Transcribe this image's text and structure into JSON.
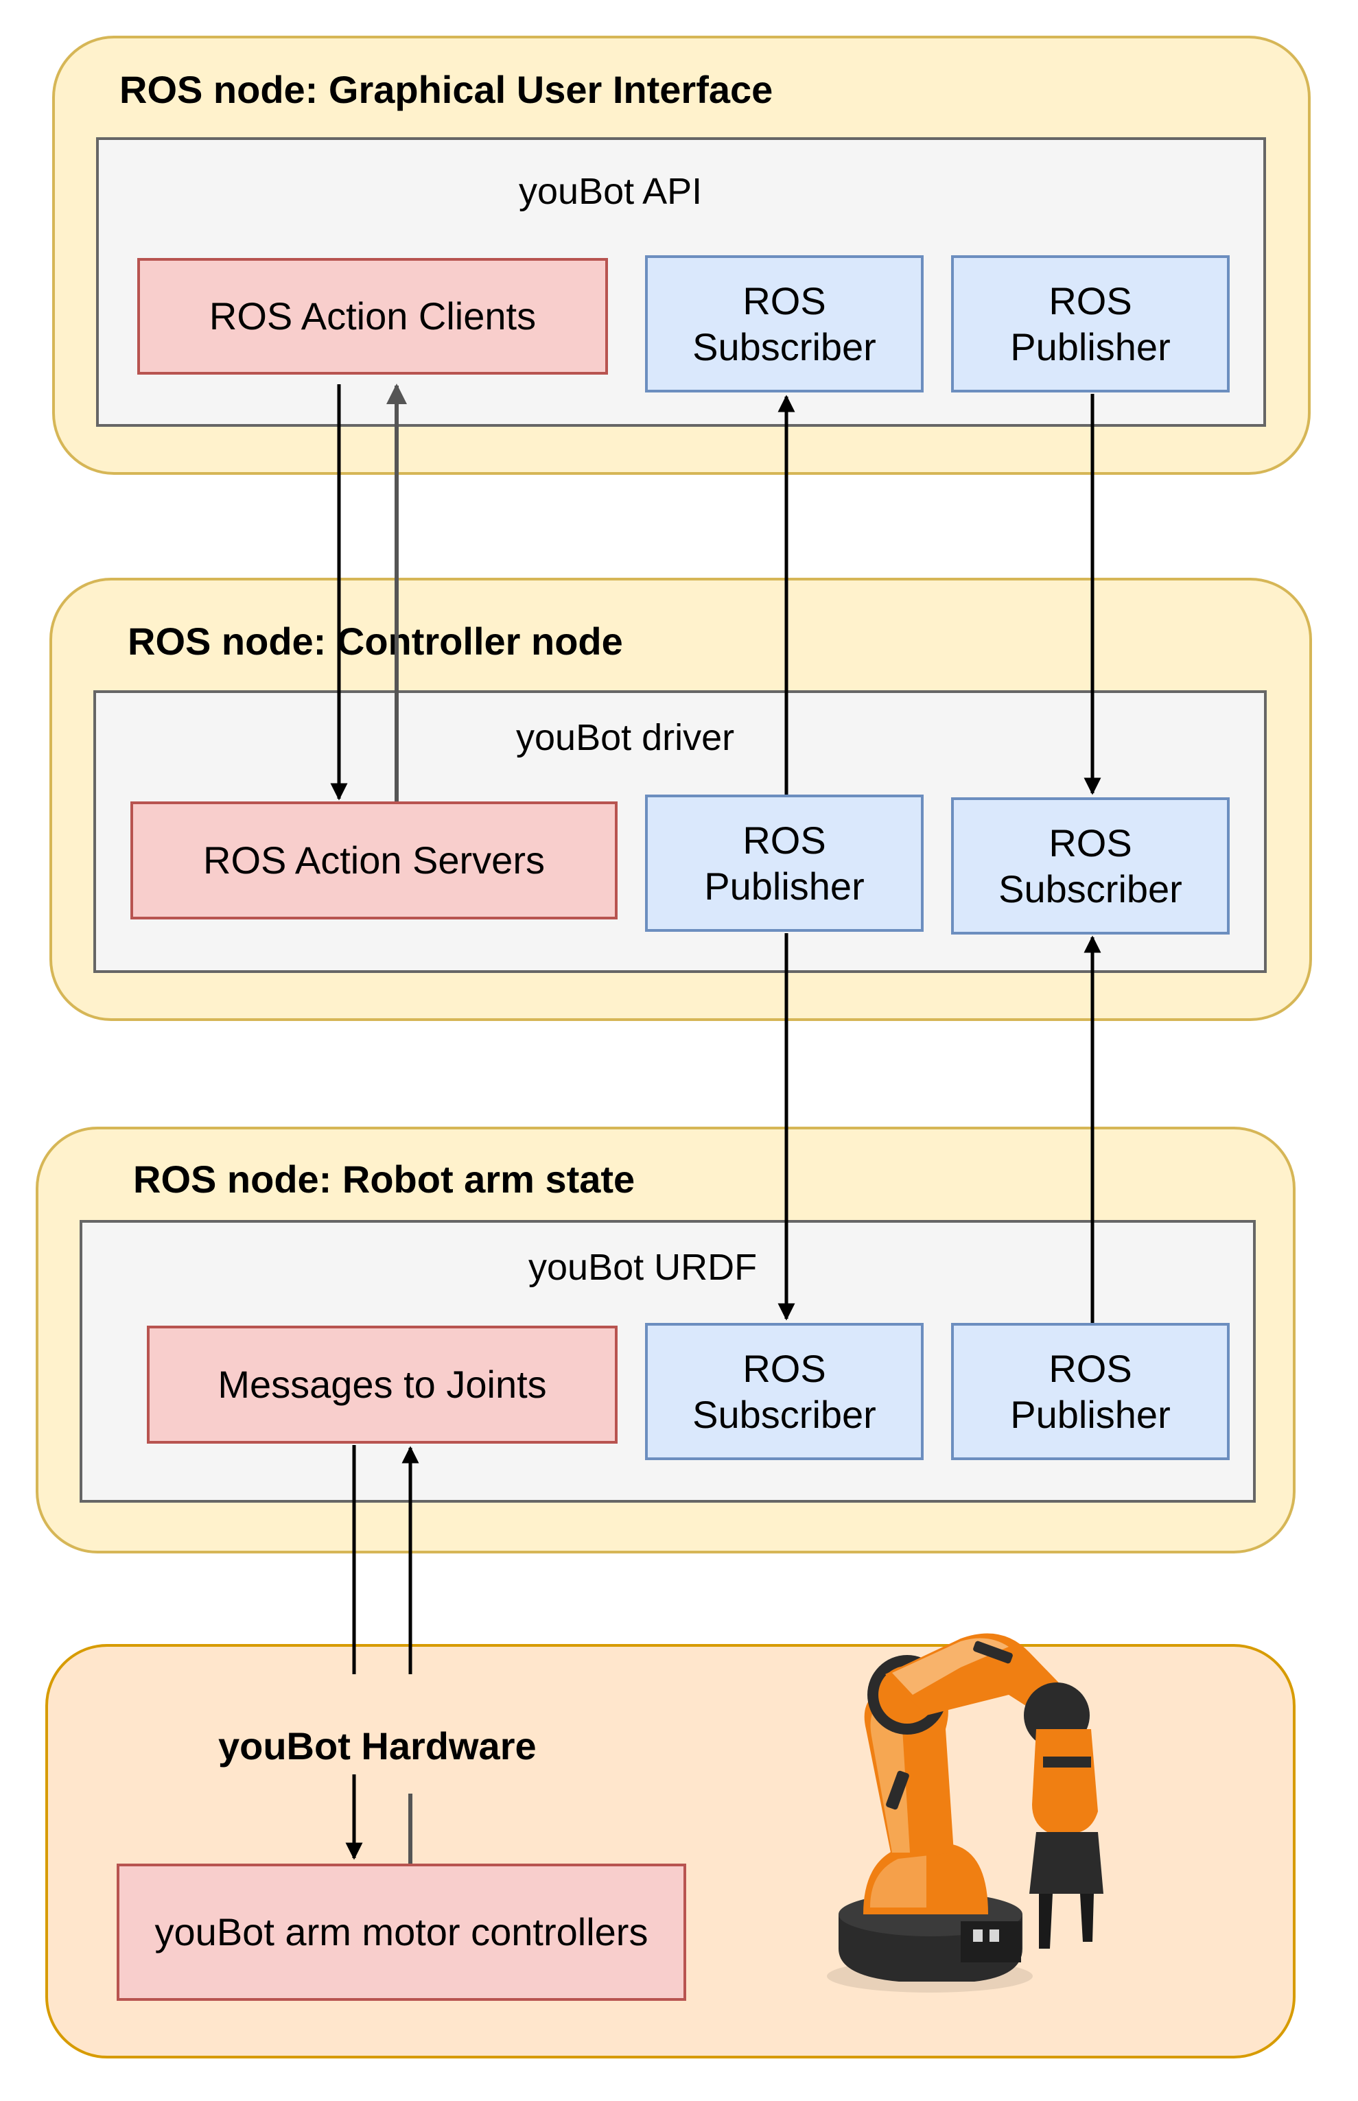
{
  "gui_node": {
    "title": "ROS node: Graphical User Interface",
    "inner_title": "youBot API",
    "action": "ROS Action Clients",
    "box_a": "ROS\nSubscriber",
    "box_b": "ROS\nPublisher"
  },
  "controller_node": {
    "title": "ROS node: Controller node",
    "inner_title": "youBot driver",
    "action": "ROS Action Servers",
    "box_a": "ROS\nPublisher",
    "box_b": "ROS\nSubscriber"
  },
  "arm_state_node": {
    "title": "ROS node: Robot arm state",
    "inner_title": "youBot URDF",
    "action": "Messages to Joints",
    "box_a": "ROS\nSubscriber",
    "box_b": "ROS\nPublisher"
  },
  "hardware": {
    "title": "youBot Hardware",
    "controllers": "youBot arm motor controllers"
  },
  "colors": {
    "node_fill": "#fff2cc",
    "node_border": "#d6b656",
    "hardware_fill": "#ffe6cc",
    "hardware_border": "#d79b00",
    "inner_fill": "#f5f5f5",
    "red_fill": "#f8cecc",
    "red_border": "#b85450",
    "blue_fill": "#dae8fc",
    "blue_border": "#6c8ebf",
    "robot_orange": "#f07f12"
  }
}
